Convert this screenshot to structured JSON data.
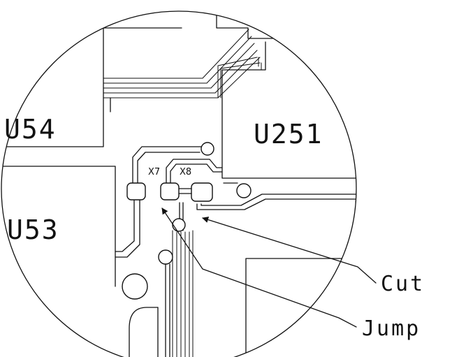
{
  "components": {
    "u54": "U54",
    "u251": "U251",
    "u53": "U53"
  },
  "jumpers": {
    "x7": "X7",
    "x8": "X8"
  },
  "callouts": {
    "cut": "Cut",
    "jump": "Jump"
  }
}
